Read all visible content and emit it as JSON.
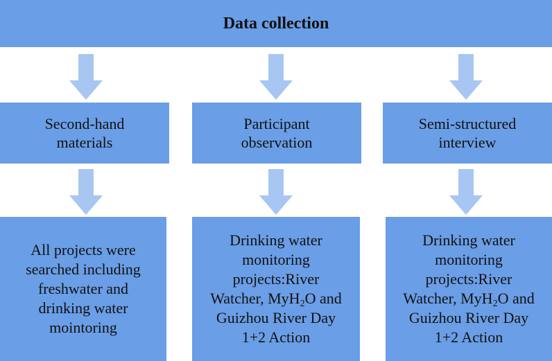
{
  "top": {
    "label": "Data collection"
  },
  "methods": [
    {
      "label": "Second-hand materials"
    },
    {
      "label": "Participant observation"
    },
    {
      "label": "Semi-structured interview"
    }
  ],
  "details": [
    {
      "label": "All projects were searched including freshwater and drinking water mointoring"
    },
    {
      "label_prefix": "Drinking water monitoring projects:River Watcher, MyH",
      "subscript": "2",
      "label_suffix": "O and Guizhou River Day 1+2 Action"
    },
    {
      "label_prefix": "Drinking water monitoring projects:River Watcher, MyH",
      "subscript": "2",
      "label_suffix": "O and Guizhou River Day 1+2 Action"
    }
  ],
  "colors": {
    "box": "#6a9ee6",
    "arrow": "#a8c6f2",
    "text": "#111111"
  }
}
